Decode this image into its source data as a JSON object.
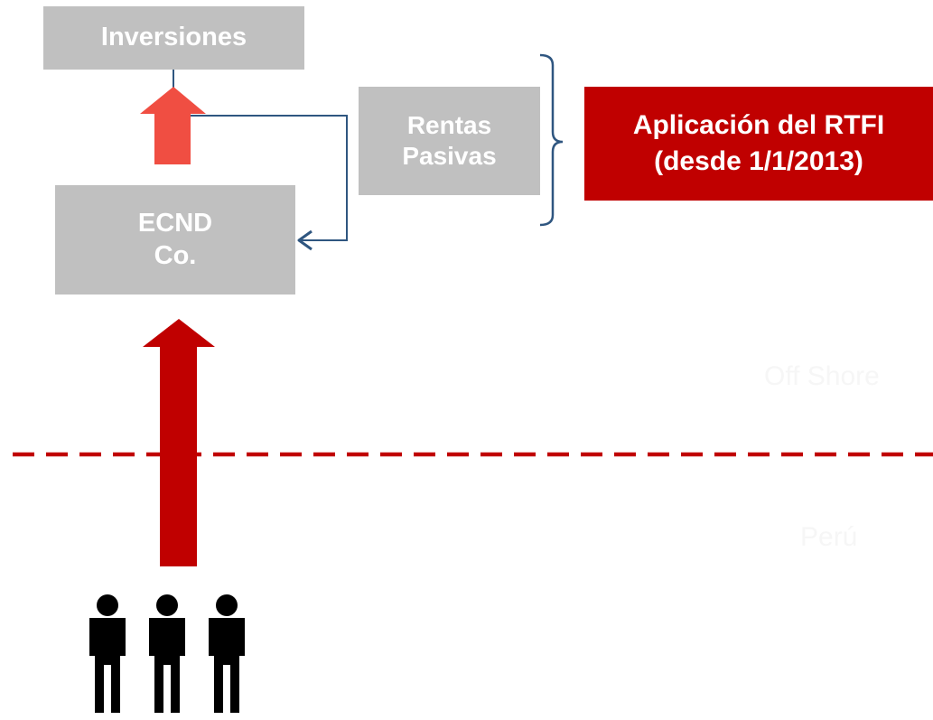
{
  "diagram": {
    "inversiones": "Inversiones",
    "ecnd": {
      "line1": "ECND",
      "line2": "Co."
    },
    "rentas": {
      "line1": "Rentas",
      "line2": "Pasivas"
    },
    "rtfi": {
      "line1": "Aplicación del RTFI",
      "line2": "(desde 1/1/2013)"
    },
    "offshore_label": "Off Shore",
    "peru_label": "Perú"
  },
  "colors": {
    "box_gray": "#c0c0c0",
    "accent_red": "#c00000",
    "arrow_light_red": "#f04e42",
    "connector_blue": "#2f5680"
  }
}
